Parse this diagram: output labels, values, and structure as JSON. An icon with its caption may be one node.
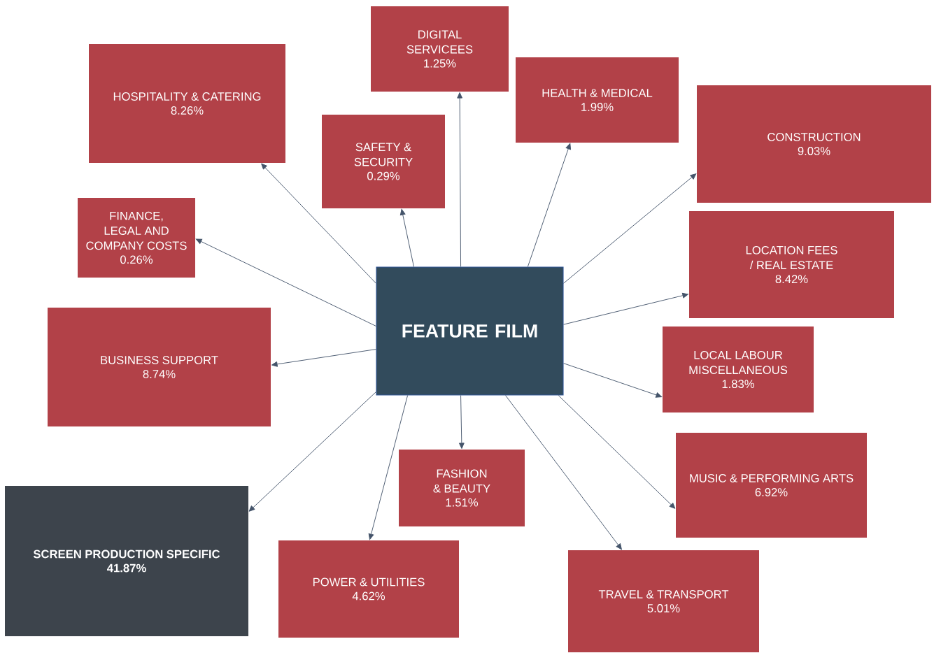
{
  "diagram": {
    "nodes": [
      {
        "text": [
          "FEATURE FILM"
        ]
      },
      {
        "text": [
          "DIGITAL SERVICEES",
          "1.25%"
        ]
      },
      {
        "text": [
          "HOSPITALITY & CATERING",
          "8.26%"
        ]
      },
      {
        "text": [
          "HEALTH & MEDICAL",
          "1.99%"
        ]
      },
      {
        "text": [
          "SAFETY & SECURITY",
          "0.29%"
        ]
      },
      {
        "text": [
          "CONSTRUCTION",
          "9.03%"
        ]
      },
      {
        "text": [
          "FINANCE, LEGAL AND COMPANY COSTS",
          "0.26%"
        ]
      },
      {
        "text": [
          "LOCATION FEES / REAL ESTATE",
          "8.42%"
        ]
      },
      {
        "text": [
          "BUSINESS SUPPORT",
          "8.74%"
        ]
      },
      {
        "text": [
          "LOCAL LABOUR MISCELLANEOUS",
          "1.83%"
        ]
      },
      {
        "text": [
          "FASHION & BEAUTY",
          "1.51%"
        ]
      },
      {
        "text": [
          "MUSIC & PERFORMING ARTS",
          "6.92%"
        ]
      },
      {
        "text": [
          "SCREEN PRODUCTION SPECIFIC",
          "41.87%"
        ]
      },
      {
        "text": [
          "POWER & UTILITIES",
          "4.62%"
        ]
      },
      {
        "text": [
          "TRAVEL & TRANSPORT",
          "5.01%"
        ]
      }
    ],
    "edges": [
      {
        "from": 0,
        "to": 1,
        "arrow": "to"
      },
      {
        "from": 0,
        "to": 2,
        "arrow": "to"
      },
      {
        "from": 0,
        "to": 3,
        "arrow": "to"
      },
      {
        "from": 0,
        "to": 4,
        "arrow": "to"
      },
      {
        "from": 0,
        "to": 5,
        "arrow": "to"
      },
      {
        "from": 0,
        "to": 6,
        "arrow": "to"
      },
      {
        "from": 0,
        "to": 7,
        "arrow": "to"
      },
      {
        "from": 0,
        "to": 8,
        "arrow": "to"
      },
      {
        "from": 0,
        "to": 9,
        "arrow": "to"
      },
      {
        "from": 0,
        "to": 10,
        "arrow": "to"
      },
      {
        "from": 0,
        "to": 11,
        "arrow": "to"
      },
      {
        "from": 0,
        "to": 12,
        "arrow": "to"
      },
      {
        "from": 0,
        "to": 13,
        "arrow": "to"
      },
      {
        "from": 0,
        "to": 14,
        "arrow": "to"
      }
    ]
  }
}
